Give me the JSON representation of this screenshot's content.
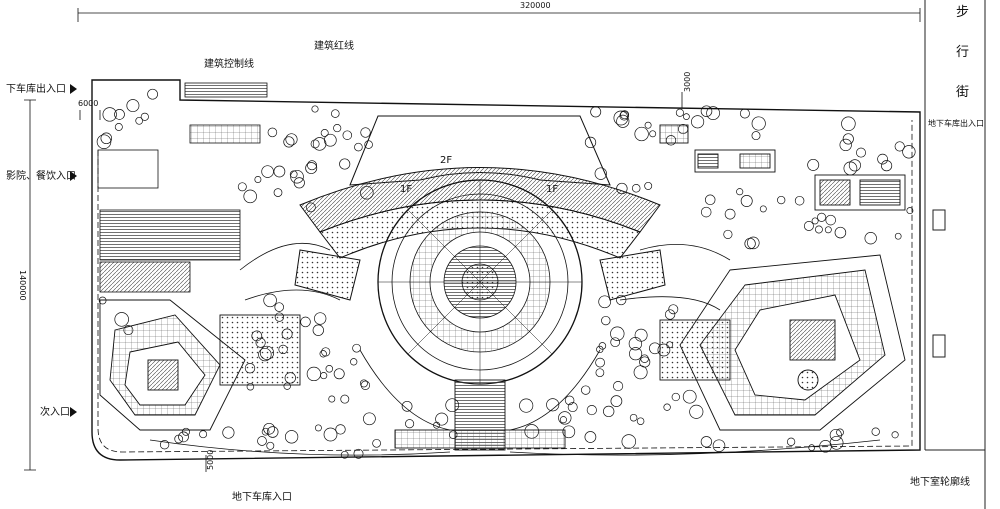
{
  "dimensions": {
    "width_total": "320000",
    "height_total": "140000",
    "setback_top_left": "6000",
    "setback_top_mid": "3000",
    "setback_bottom": "5000"
  },
  "labels": {
    "building_control_line": "建筑控制线",
    "building_red_line": "建筑红线",
    "floor_2f": "2F",
    "floor_1f_left": "1F",
    "floor_1f_right": "1F",
    "street_top": "步",
    "street_mid": "行",
    "street_bottom": "街"
  },
  "entrances": {
    "garage_exit_entry_left": "下车库出入口",
    "cinema_dining_entry": "影院、餐饮入口",
    "secondary_entry": "次入口",
    "garage_entry_bottom": "地下车库入口",
    "garage_exit_entry_right": "地下车库出入口",
    "basement_outline": "地下室轮廓线"
  }
}
